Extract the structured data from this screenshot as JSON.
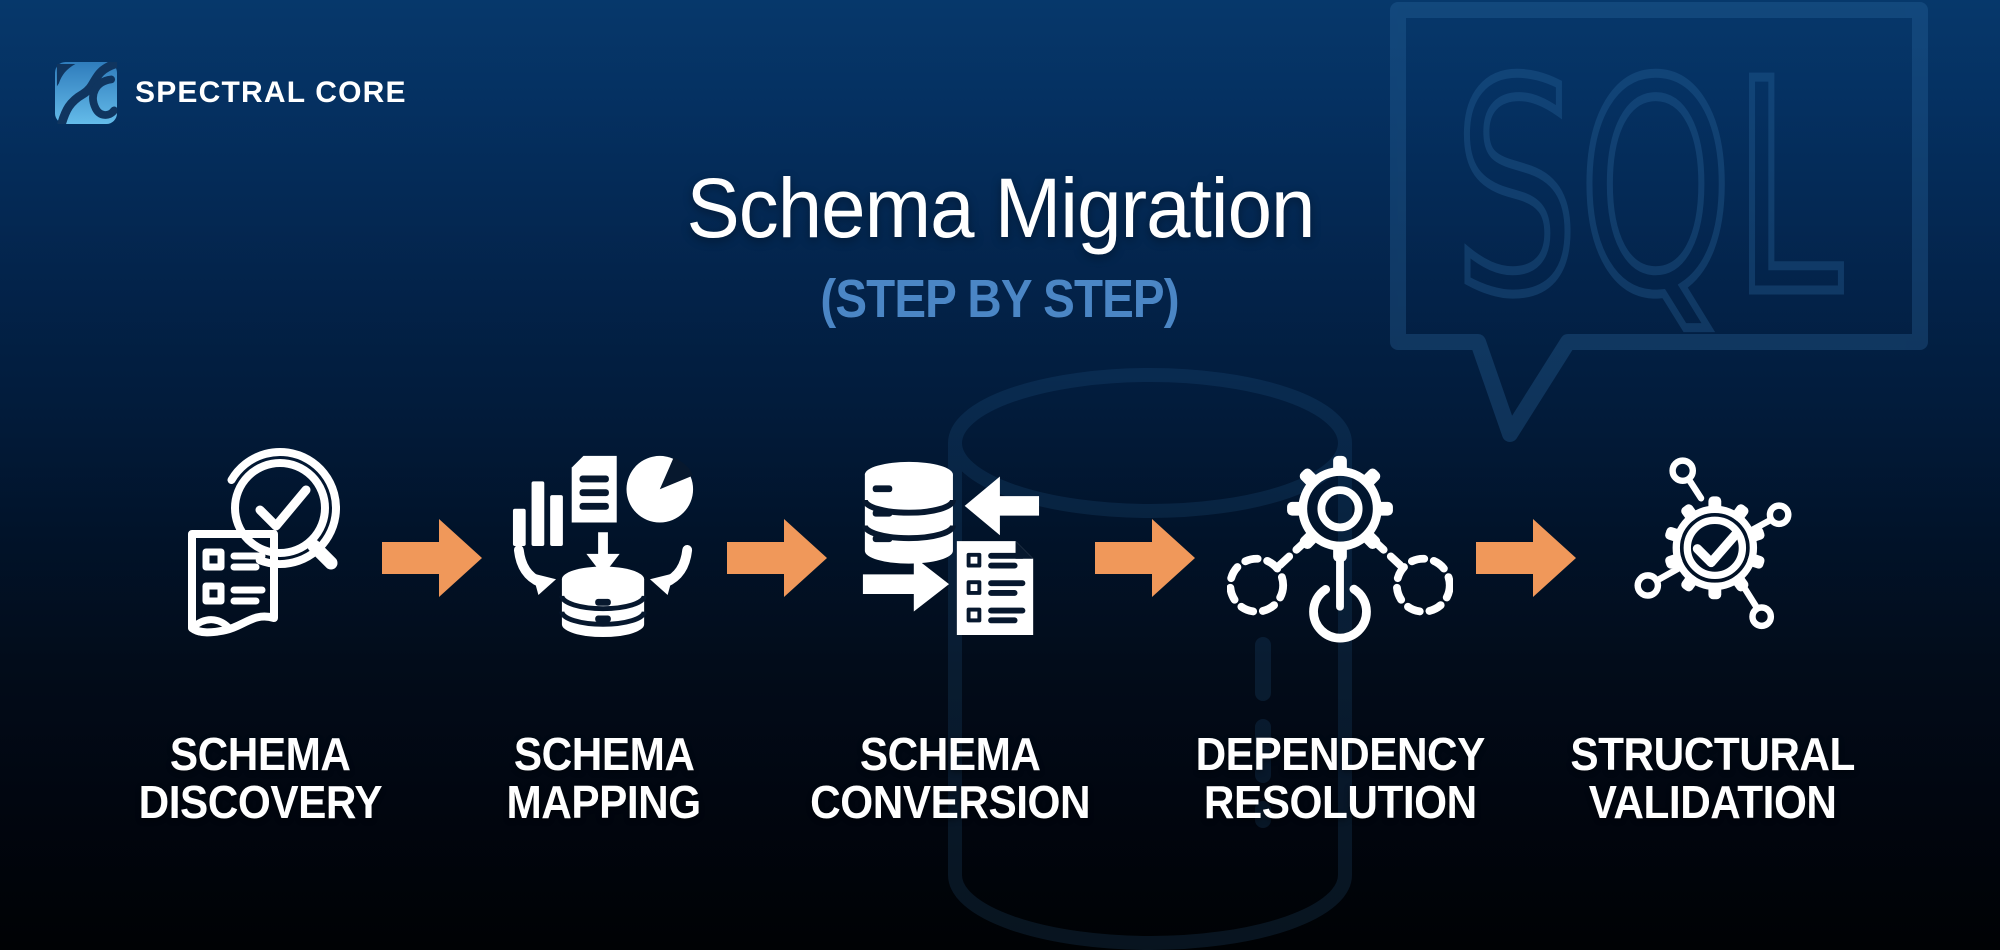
{
  "brand": {
    "name": "SPECTRAL CORE"
  },
  "header": {
    "title": "Schema Migration",
    "subtitle": "(STEP BY STEP)"
  },
  "steps": [
    {
      "line1": "SCHEMA",
      "line2": "DISCOVERY",
      "icon": "magnifier-check-document"
    },
    {
      "line1": "SCHEMA",
      "line2": "MAPPING",
      "icon": "data-sources-to-database"
    },
    {
      "line1": "SCHEMA",
      "line2": "CONVERSION",
      "icon": "database-checklist-exchange"
    },
    {
      "line1": "DEPENDENCY",
      "line2": "RESOLUTION",
      "icon": "gear-linked-nodes"
    },
    {
      "line1": "STRUCTURAL",
      "line2": "VALIDATION",
      "icon": "gear-check-network"
    }
  ],
  "watermark": {
    "sql_text": "SQL"
  },
  "colors": {
    "accent_orange": "#F0985A",
    "subtitle_blue": "#4B86C5",
    "watermark_line": "#2F6EA5",
    "background_top": "#06386B",
    "background_bottom": "#000204",
    "logo_blue_dark": "#2F7CBC",
    "logo_blue_light": "#64BBE9",
    "logo_swoosh_navy": "#10355F",
    "icon_white": "#FFFFFF"
  }
}
